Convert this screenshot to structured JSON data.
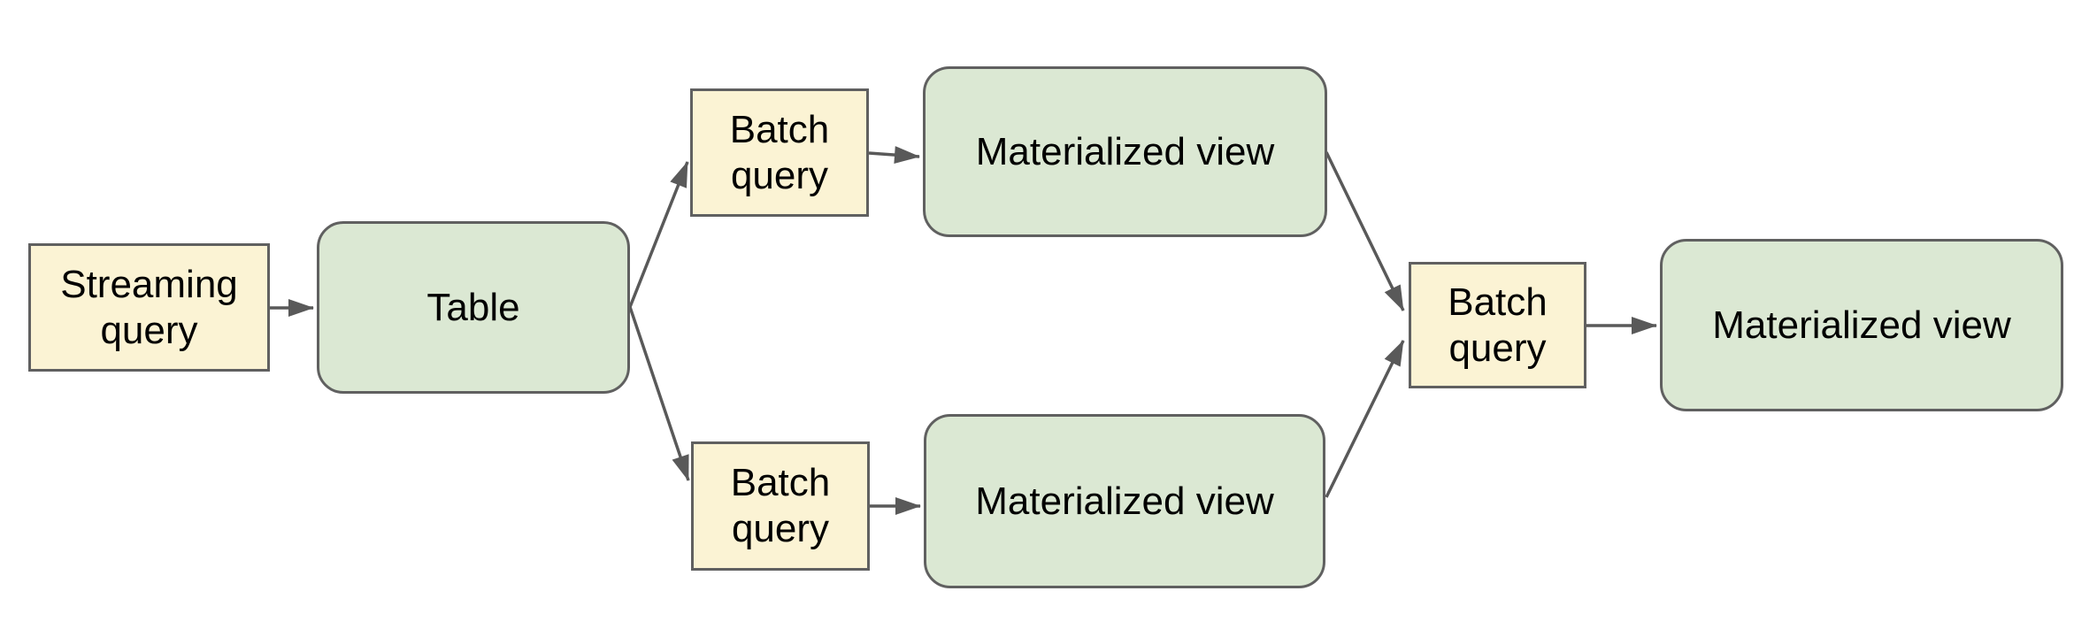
{
  "diagram": {
    "type": "flowchart",
    "background": "#ffffff",
    "colors": {
      "query_node_fill": "#fbf3d4",
      "view_node_fill": "#dbe8d3",
      "node_border": "#606060",
      "edge": "#595959",
      "text": "#000000"
    },
    "nodes": {
      "streaming_query": {
        "label": "Streaming query",
        "shape": "rectangle",
        "fill": "yellow"
      },
      "table": {
        "label": "Table",
        "shape": "rounded-rectangle",
        "fill": "green"
      },
      "batch_query_top": {
        "label": "Batch query",
        "shape": "rectangle",
        "fill": "yellow"
      },
      "materialized_view_top": {
        "label": "Materialized view",
        "shape": "rounded-rectangle",
        "fill": "green"
      },
      "batch_query_bottom": {
        "label": "Batch query",
        "shape": "rectangle",
        "fill": "yellow"
      },
      "materialized_view_bottom": {
        "label": "Materialized view",
        "shape": "rounded-rectangle",
        "fill": "green"
      },
      "batch_query_right": {
        "label": "Batch query",
        "shape": "rectangle",
        "fill": "yellow"
      },
      "materialized_view_right": {
        "label": "Materialized view",
        "shape": "rounded-rectangle",
        "fill": "green"
      }
    },
    "edges": [
      {
        "from": "streaming_query",
        "to": "table"
      },
      {
        "from": "table",
        "to": "batch_query_top"
      },
      {
        "from": "table",
        "to": "batch_query_bottom"
      },
      {
        "from": "batch_query_top",
        "to": "materialized_view_top"
      },
      {
        "from": "batch_query_bottom",
        "to": "materialized_view_bottom"
      },
      {
        "from": "materialized_view_top",
        "to": "batch_query_right"
      },
      {
        "from": "materialized_view_bottom",
        "to": "batch_query_right"
      },
      {
        "from": "batch_query_right",
        "to": "materialized_view_right"
      }
    ]
  }
}
